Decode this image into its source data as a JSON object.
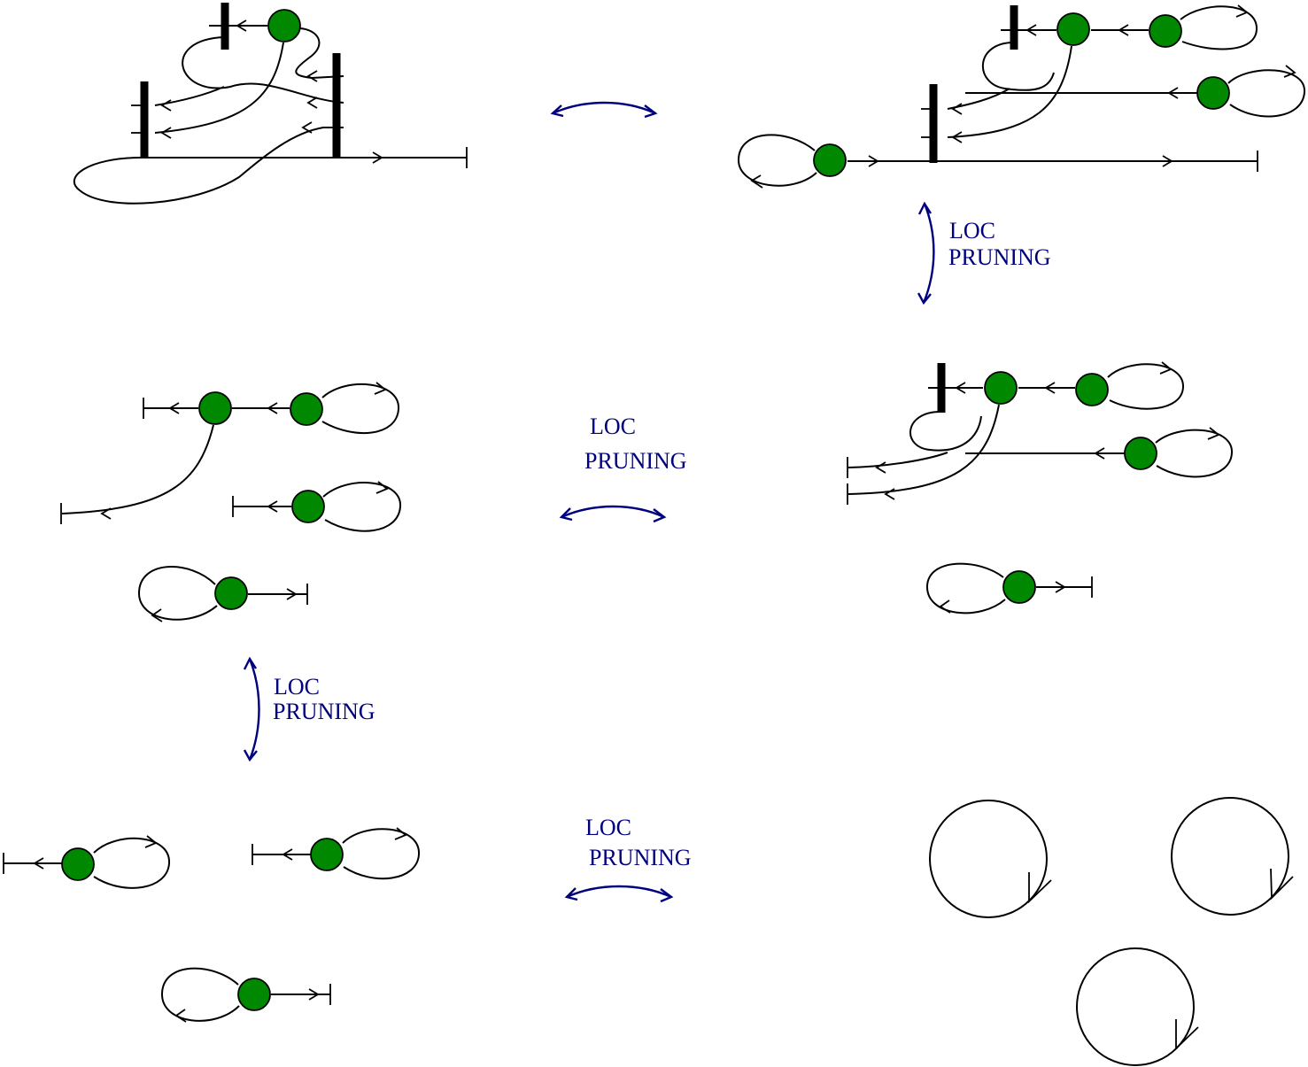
{
  "colors": {
    "node": "#008800",
    "edge": "#000000",
    "relation": "#00007f"
  },
  "labels": {
    "r2": {
      "line1": "LOC",
      "line2": "PRUNING"
    },
    "r3": {
      "line1": "LOC",
      "line2": "PRUNING"
    },
    "r4": {
      "line1": "LOC",
      "line2": "PRUNING"
    },
    "r5": {
      "line1": "LOC",
      "line2": "PRUNING"
    }
  }
}
